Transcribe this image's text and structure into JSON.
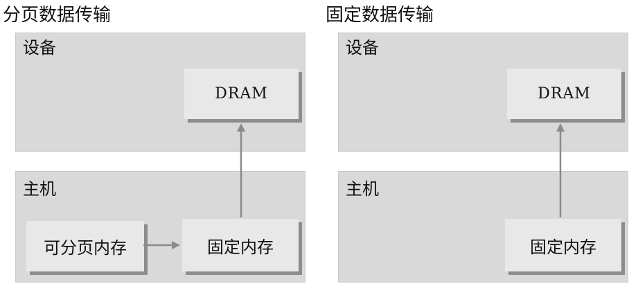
{
  "panels": [
    {
      "title": "分页数据传输",
      "device_label": "设备",
      "dram_label": "DRAM",
      "host_label": "主机",
      "pageable_label": "可分页内存",
      "pinned_label": "固定内存"
    },
    {
      "title": "固定数据传输",
      "device_label": "设备",
      "dram_label": "DRAM",
      "host_label": "主机",
      "pinned_label": "固定内存"
    }
  ],
  "colors": {
    "region_fill": "#d9d9d9",
    "box_fill": "#e8e8e8",
    "box_shadow": "#8c8c8c",
    "arrow": "#8a8a8a"
  }
}
